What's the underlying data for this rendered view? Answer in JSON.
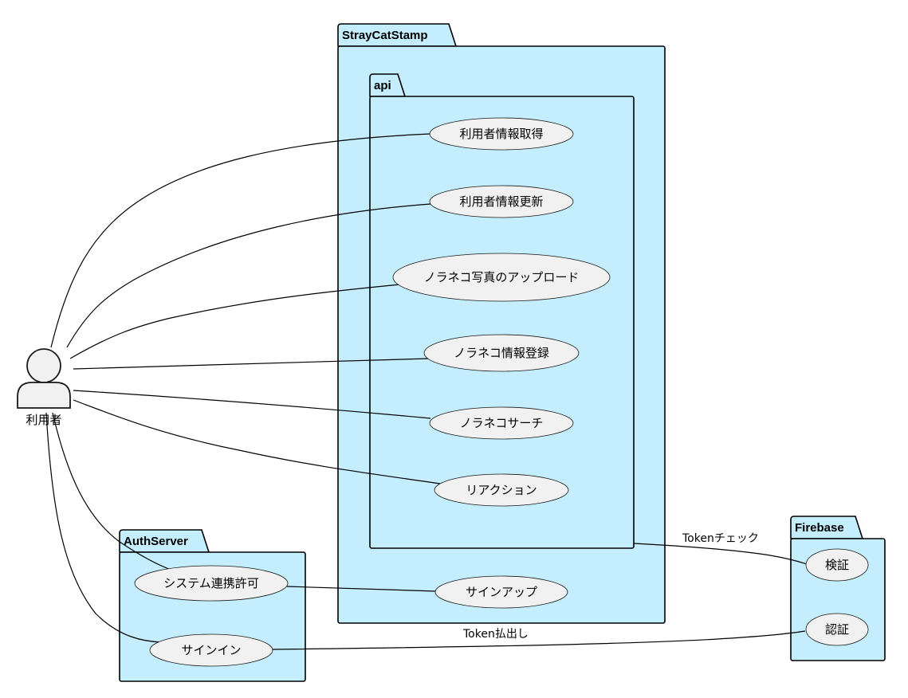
{
  "actor": {
    "label": "利用者",
    "icon": "user-icon"
  },
  "packages": {
    "straycatstamp": "StrayCatStamp",
    "api": "api",
    "authserver": "AuthServer",
    "firebase": "Firebase"
  },
  "usecases": {
    "get_user_info": "利用者情報取得",
    "update_user_info": "利用者情報更新",
    "upload_photo": "ノラネコ写真のアップロード",
    "register_cat": "ノラネコ情報登録",
    "cat_search": "ノラネコサーチ",
    "reaction": "リアクション",
    "signup": "サインアップ",
    "system_link": "システム連携許可",
    "signin": "サインイン",
    "verify": "検証",
    "authenticate": "認証"
  },
  "edge_labels": {
    "token_check": "Tokenチェック",
    "token_issue": "Token払出し"
  },
  "colors": {
    "package_fill": "#c4eefd",
    "usecase_fill": "#f1f1f1",
    "line": "#000000"
  }
}
